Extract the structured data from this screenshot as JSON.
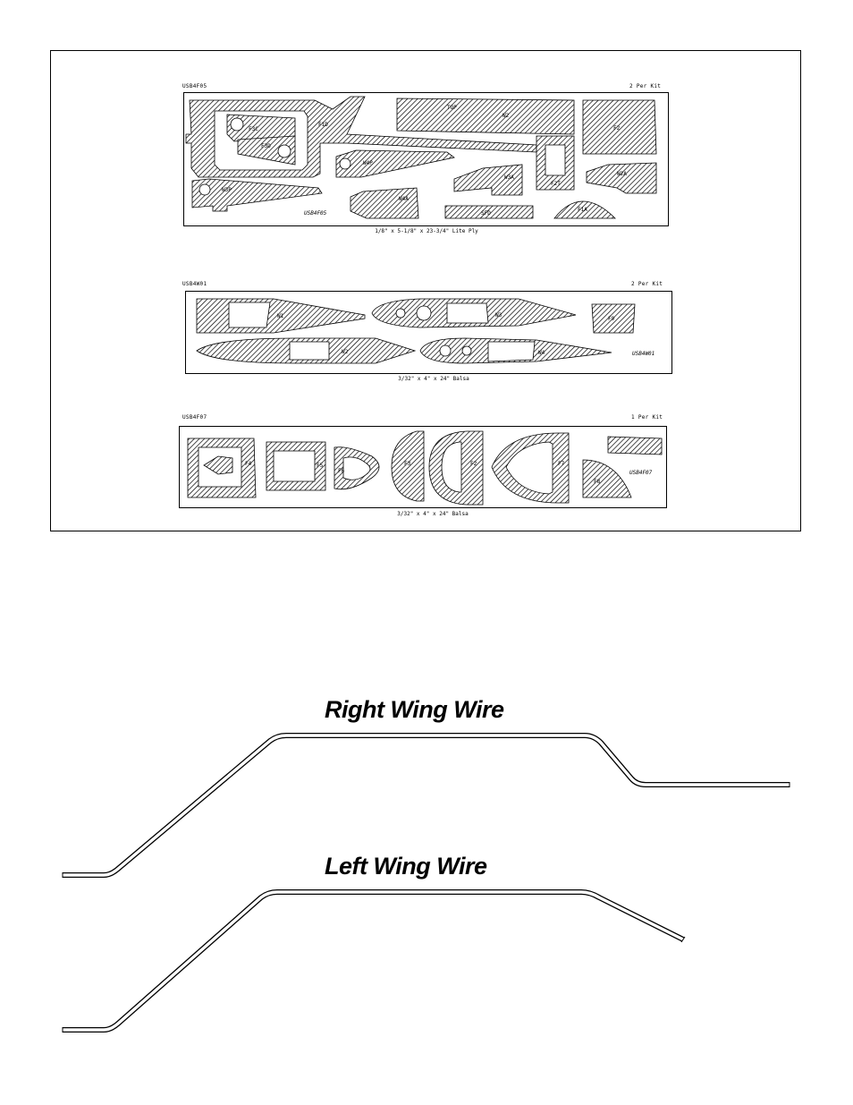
{
  "sheets": [
    {
      "code": "USB4F05",
      "per_kit": "2 Per Kit",
      "material": "1/8\" x 5-1/8\" x 23-3/4\" Lite Ply",
      "stamp": "USB4F05",
      "parts": [
        "F3C",
        "F3D",
        "F1D",
        "W3P",
        "W4P",
        "W4A",
        "W3A",
        "TOP",
        "W2",
        "F2",
        "F2T",
        "SFD",
        "F1A",
        "W2A"
      ]
    },
    {
      "code": "USB4W01",
      "per_kit": "2 Per Kit",
      "material": "3/32\" x 4\" x 24\" Balsa",
      "stamp": "USB4W01",
      "parts": [
        "W1",
        "W3",
        "W2",
        "W4",
        "F9"
      ]
    },
    {
      "code": "USB4F07",
      "per_kit": "1 Per Kit",
      "material": "3/32\" x 4\" x 24\" Balsa",
      "stamp": "USB4F07",
      "parts": [
        "F4",
        "F5",
        "F6",
        "F3",
        "F2",
        "F7",
        "F8"
      ]
    }
  ],
  "wires": {
    "right_title": "Right Wing Wire",
    "left_title": "Left Wing Wire"
  }
}
